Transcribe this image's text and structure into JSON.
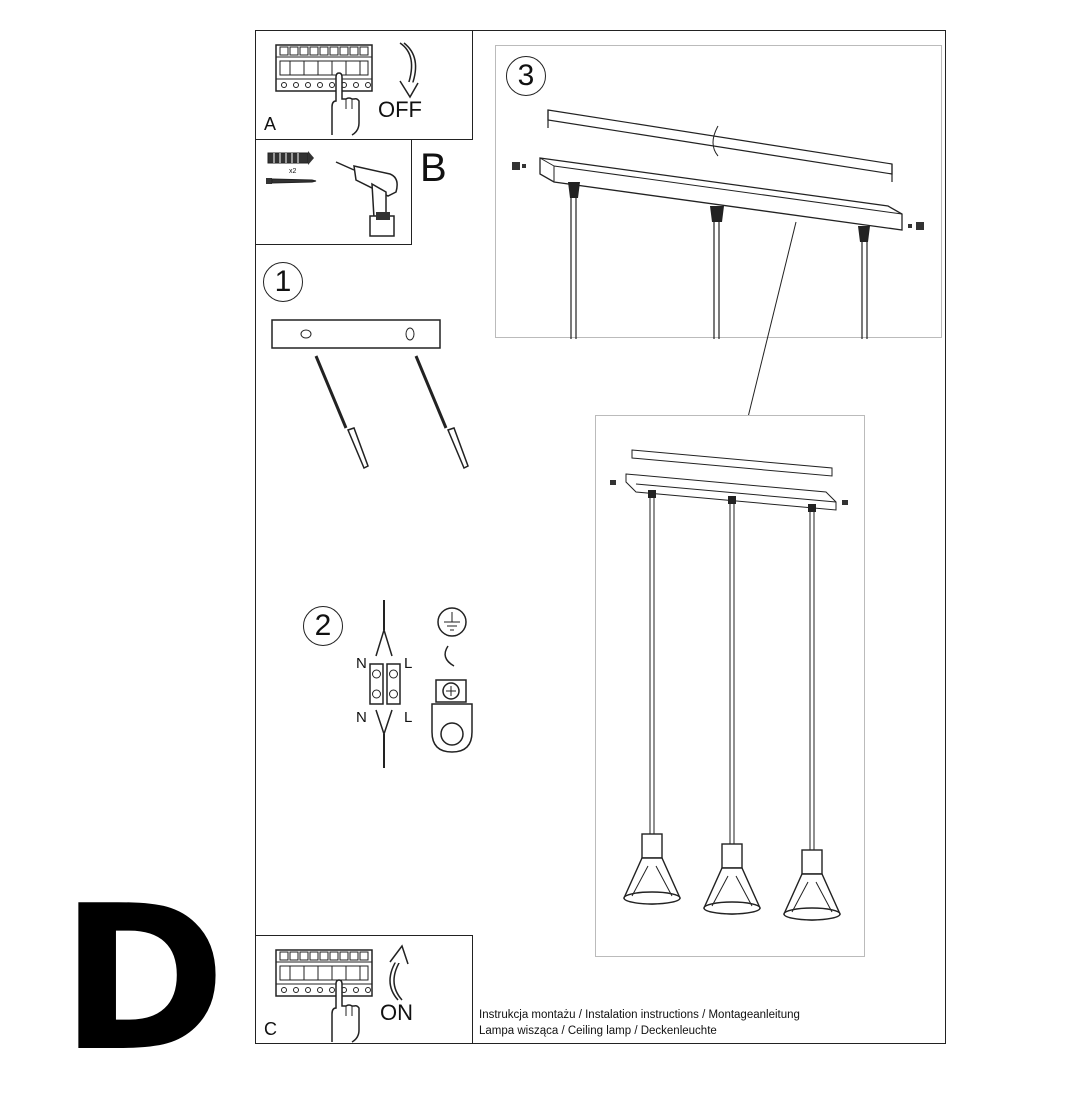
{
  "corner_letter": "D",
  "panels": {
    "a": {
      "letter": "A",
      "action": "OFF"
    },
    "b": {
      "letter": "B",
      "quantity": "x2"
    },
    "c": {
      "letter": "C",
      "action": "ON"
    }
  },
  "steps": {
    "step1": {
      "number": "1"
    },
    "step2": {
      "number": "2",
      "neutral": "N",
      "live": "L"
    },
    "step3": {
      "number": "3"
    }
  },
  "footer": {
    "line1": "Instrukcja montażu / Instalation instructions / Montageanleitung",
    "line2": "Lampa wisząca / Ceiling lamp / Deckenleuchte"
  },
  "icons": [
    "circuit-breaker-icon",
    "hand-icon",
    "rotate-arrow-icon",
    "drill-icon",
    "wall-plug-icon",
    "screw-icon",
    "ground-symbol-icon",
    "terminal-block-icon",
    "pendant-lamp-icon"
  ]
}
